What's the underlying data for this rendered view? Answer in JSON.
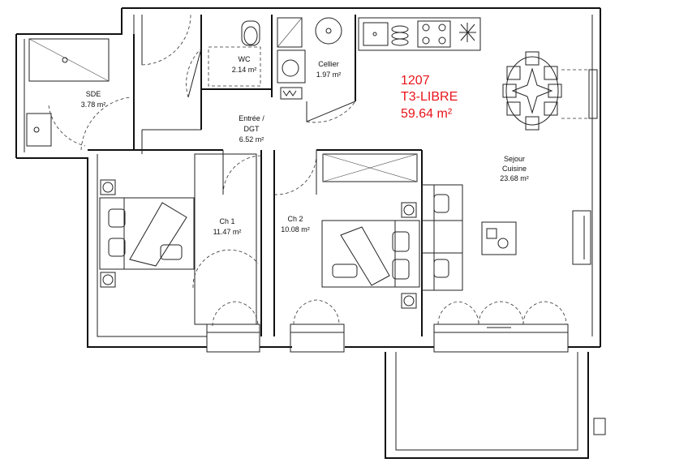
{
  "unit": {
    "number": "1207",
    "type": "T3-LIBRE",
    "area": "59.64 m²",
    "color": "#e8141b"
  },
  "rooms": {
    "sde": {
      "name": "SDE",
      "area": "3.78 m²"
    },
    "wc": {
      "name": "WC",
      "area": "2.14 m²"
    },
    "cellier": {
      "name": "Cellier",
      "area": "1.97 m²"
    },
    "entree": {
      "name": "Entrée /",
      "name2": "DGT",
      "area": "6.52 m²"
    },
    "ch1": {
      "name": "Ch 1",
      "area": "11.47 m²"
    },
    "ch2": {
      "name": "Ch 2",
      "area": "10.08 m²"
    },
    "sejour": {
      "name": "Sejour",
      "name2": "Cuisine",
      "area": "23.68 m²"
    }
  },
  "icons": [
    "toilet-icon",
    "shower-icon",
    "washbasin-icon",
    "water-heater-icon",
    "sink-icon",
    "hob-icon",
    "dining-table-icon",
    "bed-icon",
    "armchair-icon",
    "sofa-icon",
    "tv-unit-icon",
    "desk-icon",
    "wardrobe-icon",
    "door-swing-icon",
    "radiator-icon"
  ]
}
